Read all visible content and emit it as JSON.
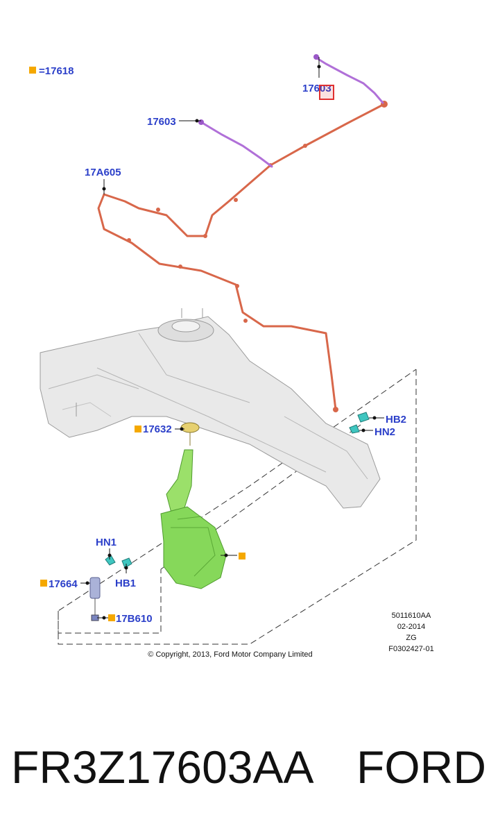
{
  "legend": {
    "label": "=17618",
    "marker_color": "#f5a800"
  },
  "callouts": {
    "top_hose": "17603",
    "left_hose": "17603",
    "main_hose": "17A605",
    "cap": "17632",
    "hb2": "HB2",
    "hn2": "HN2",
    "hn1": "HN1",
    "hb1": "HB1",
    "pump": "17664",
    "grommet": "17B610"
  },
  "meta": {
    "line1": "5011610AA",
    "line2": "02-2014",
    "line3": "ZG",
    "line4": "F0302427-01"
  },
  "copyright": "© Copyright, 2013, Ford Motor Company Limited",
  "footer": {
    "part_number": "FR3Z17603AA",
    "brand": "FORD"
  },
  "colors": {
    "label_blue": "#2b3fc9",
    "marker_orange": "#f5a800",
    "hose_orange": "#d8674a",
    "hose_purple": "#b070d8",
    "tank_green": "#86d85a",
    "clip_teal": "#3fc6c0",
    "highlight_red": "#e03030"
  }
}
